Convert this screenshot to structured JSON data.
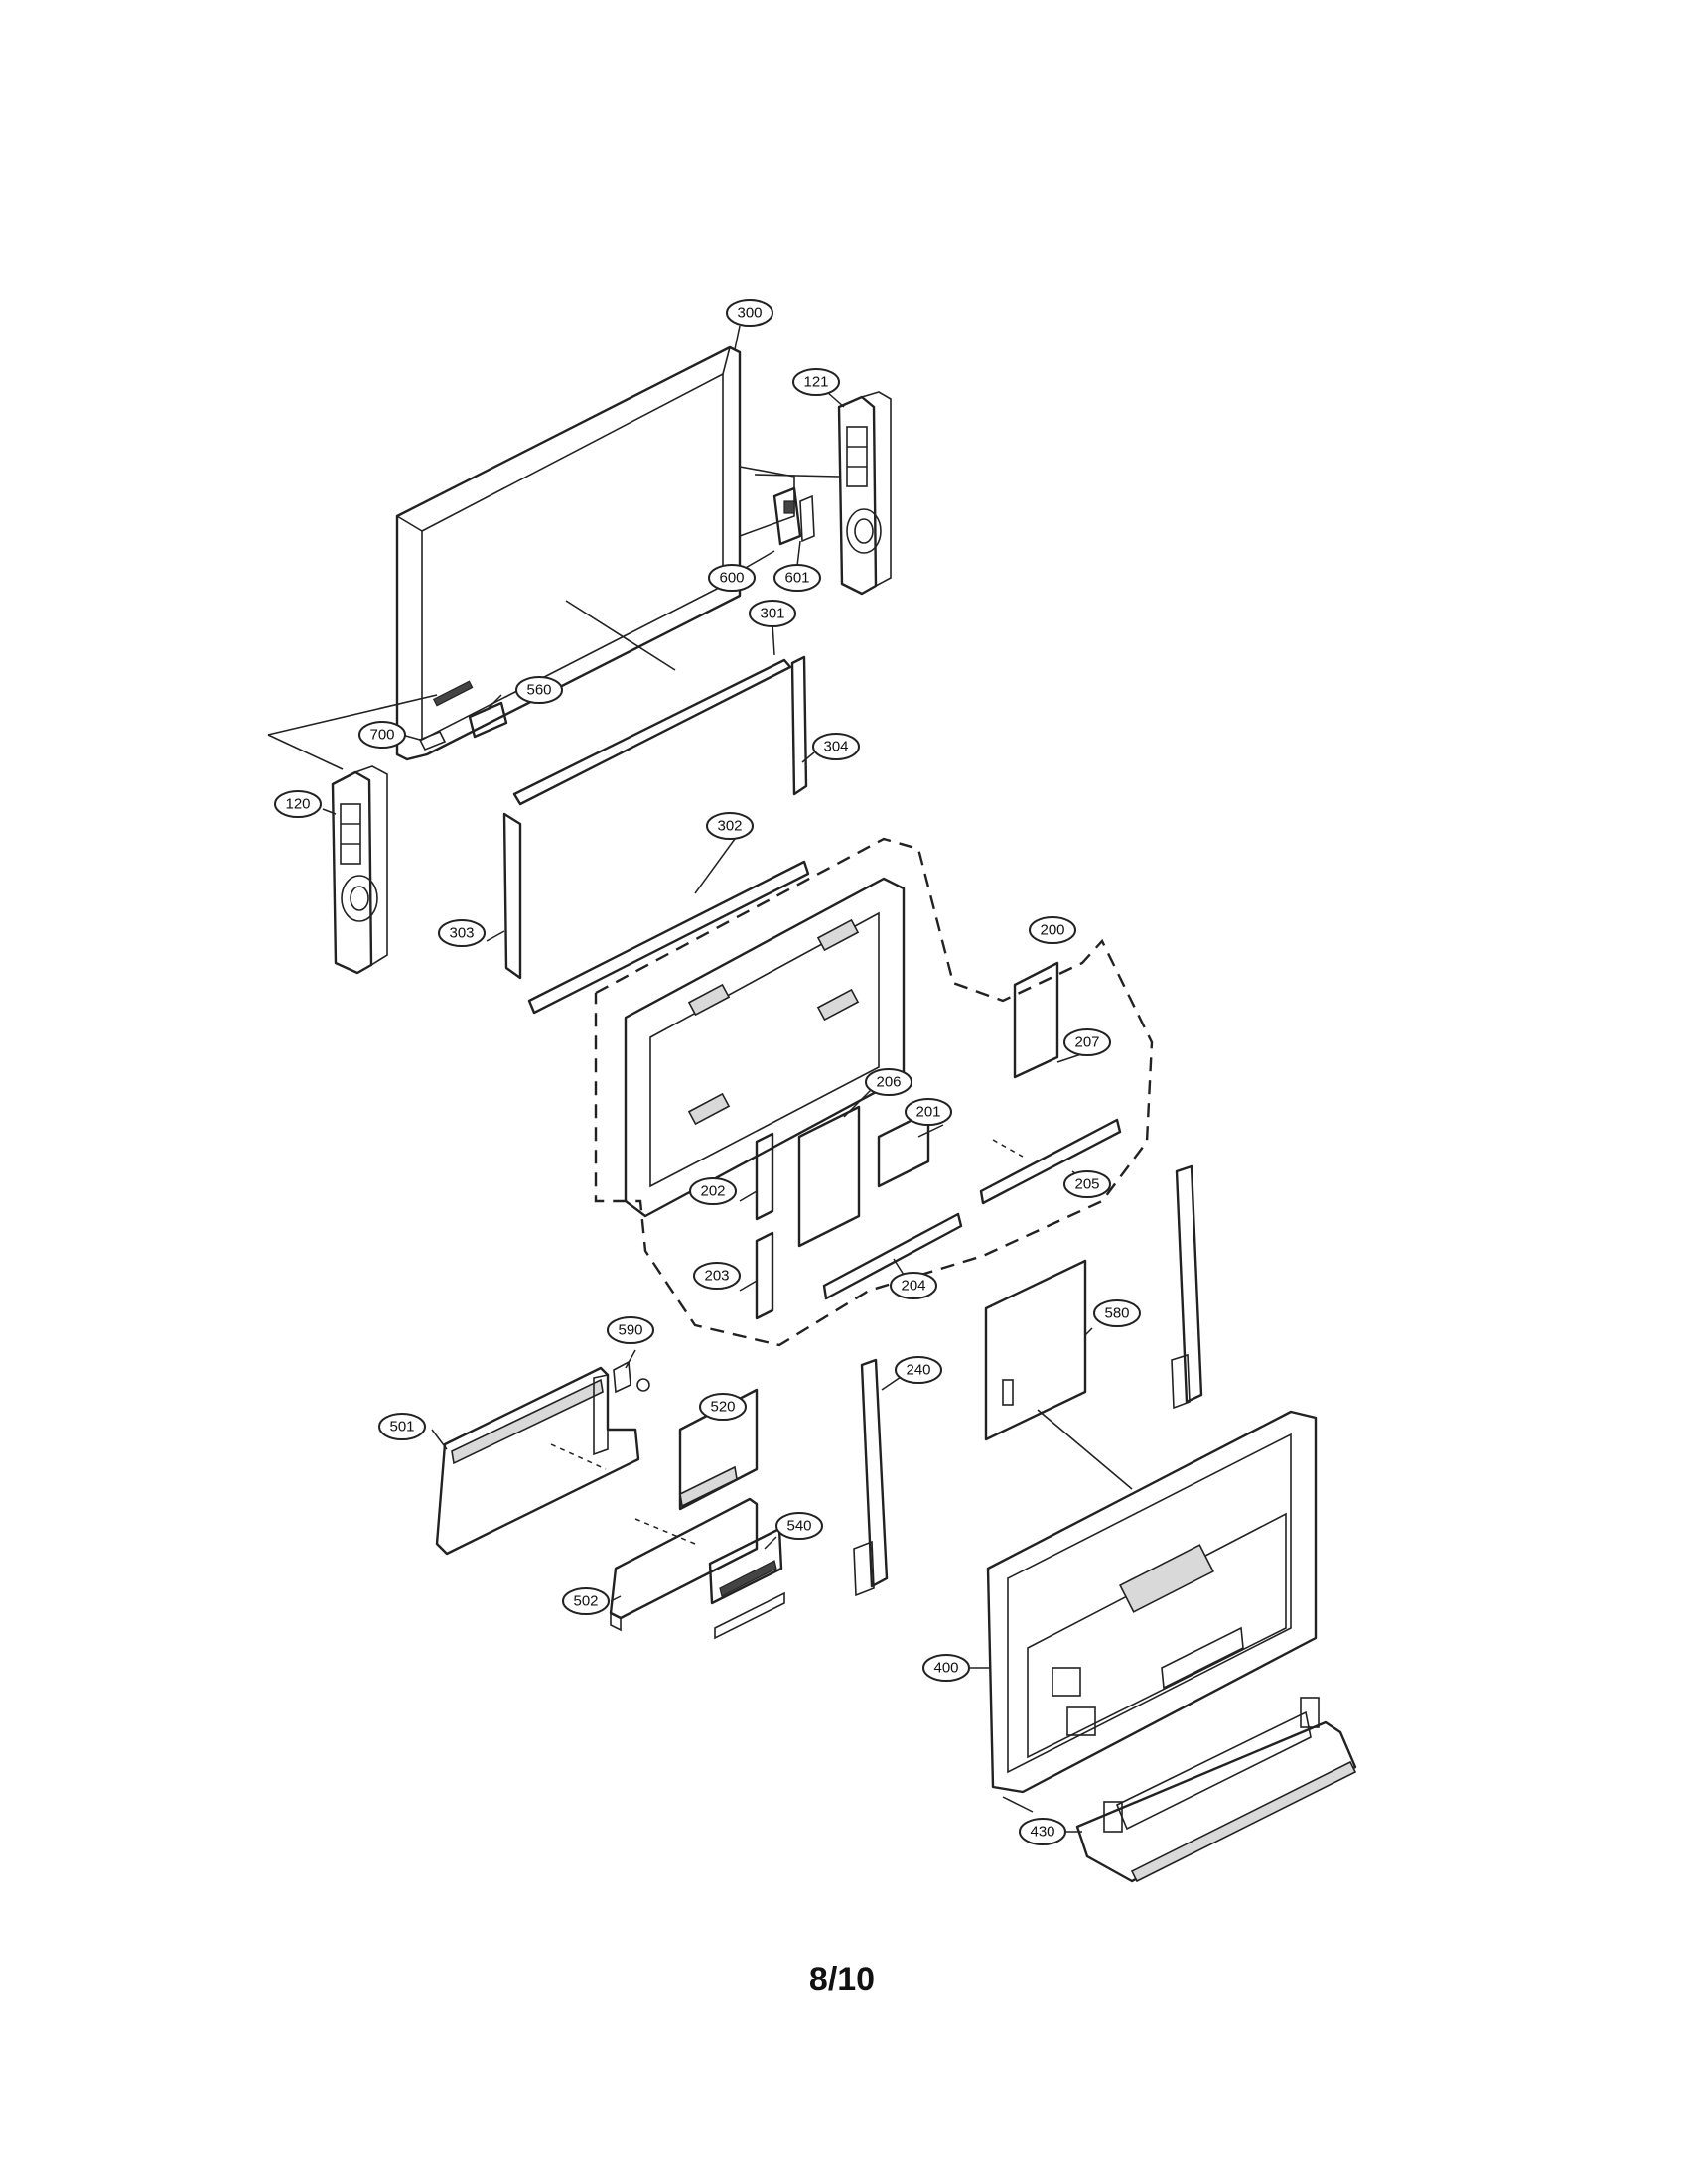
{
  "page_number": "8/10",
  "callouts": [
    {
      "id": "300",
      "label": "300"
    },
    {
      "id": "121",
      "label": "121"
    },
    {
      "id": "600",
      "label": "600"
    },
    {
      "id": "601",
      "label": "601"
    },
    {
      "id": "301",
      "label": "301"
    },
    {
      "id": "560",
      "label": "560"
    },
    {
      "id": "700",
      "label": "700"
    },
    {
      "id": "304",
      "label": "304"
    },
    {
      "id": "120",
      "label": "120"
    },
    {
      "id": "302",
      "label": "302"
    },
    {
      "id": "303",
      "label": "303"
    },
    {
      "id": "200",
      "label": "200"
    },
    {
      "id": "207",
      "label": "207"
    },
    {
      "id": "206",
      "label": "206"
    },
    {
      "id": "201",
      "label": "201"
    },
    {
      "id": "202",
      "label": "202"
    },
    {
      "id": "205",
      "label": "205"
    },
    {
      "id": "203",
      "label": "203"
    },
    {
      "id": "204",
      "label": "204"
    },
    {
      "id": "590",
      "label": "590"
    },
    {
      "id": "580",
      "label": "580"
    },
    {
      "id": "240",
      "label": "240"
    },
    {
      "id": "520",
      "label": "520"
    },
    {
      "id": "501",
      "label": "501"
    },
    {
      "id": "540",
      "label": "540"
    },
    {
      "id": "502",
      "label": "502"
    },
    {
      "id": "400",
      "label": "400"
    },
    {
      "id": "430",
      "label": "430"
    }
  ]
}
